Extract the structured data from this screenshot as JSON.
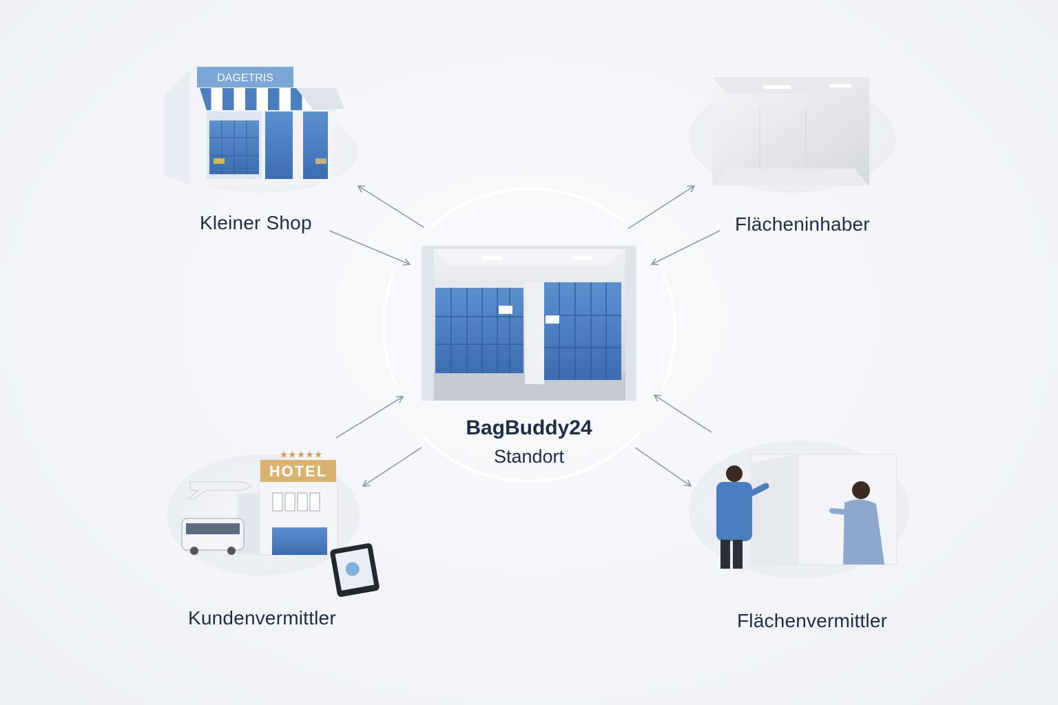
{
  "center": {
    "title": "BagBuddy24",
    "subtitle": "Standort"
  },
  "nodes": {
    "shop": {
      "label": "Kleiner Shop",
      "sign": "DAGETRIS"
    },
    "owner": {
      "label": "Flächeninhaber"
    },
    "client": {
      "label": "Kundenvermittler",
      "hotel_sign": "HOTEL"
    },
    "broker": {
      "label": "Flächenvermittler"
    }
  },
  "colors": {
    "locker_blue": "#4a7fbf",
    "text": "#1e2d45",
    "arrow": "#8a96ab",
    "ring": "#ffffff"
  }
}
